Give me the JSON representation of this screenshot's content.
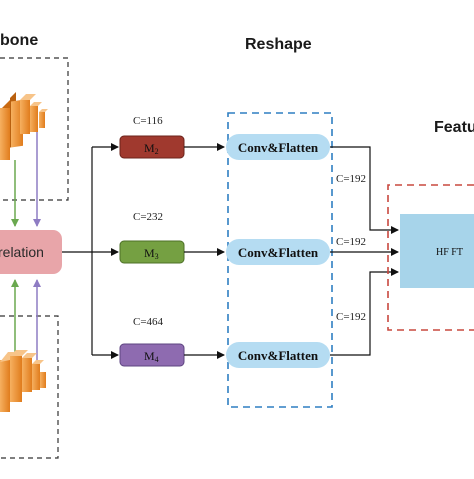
{
  "headers": {
    "backbone": "bone",
    "reshape": "Reshape",
    "feature": "Featu"
  },
  "correlation_label": "relation",
  "branches": [
    {
      "channels": "C=116",
      "module": "M",
      "module_sub": "2",
      "op": "Conv&Flatten",
      "out_channels": "C=192"
    },
    {
      "channels": "C=232",
      "module": "M",
      "module_sub": "3",
      "op": "Conv&Flatten",
      "out_channels": "C=192"
    },
    {
      "channels": "C=464",
      "module": "M",
      "module_sub": "4",
      "op": "Conv&Flatten",
      "out_channels": "C=192"
    }
  ],
  "fusion_label": "HF FT",
  "colors": {
    "correlation_fill": "#e8a5a9",
    "m2_fill": "#a0392e",
    "m3_fill": "#75a042",
    "m4_fill": "#8e6bb0",
    "conv_fill": "#b5dcf2",
    "hfft_fill": "#a7d4ea",
    "reshape_border": "#2f7fc2",
    "feature_border": "#c8483f",
    "backbone_block": "#f39a3a",
    "green_arrow": "#6aa84f",
    "purple_arrow": "#8e7cc3"
  }
}
